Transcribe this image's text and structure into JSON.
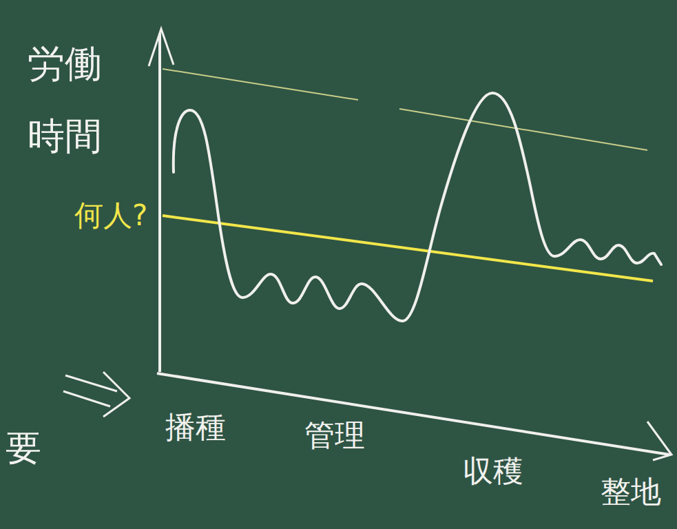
{
  "diagram": {
    "labels": [
      "労働時間",
      "何人?",
      "播種",
      "管理",
      "収穫",
      "整地",
      "要"
    ]
  }
}
